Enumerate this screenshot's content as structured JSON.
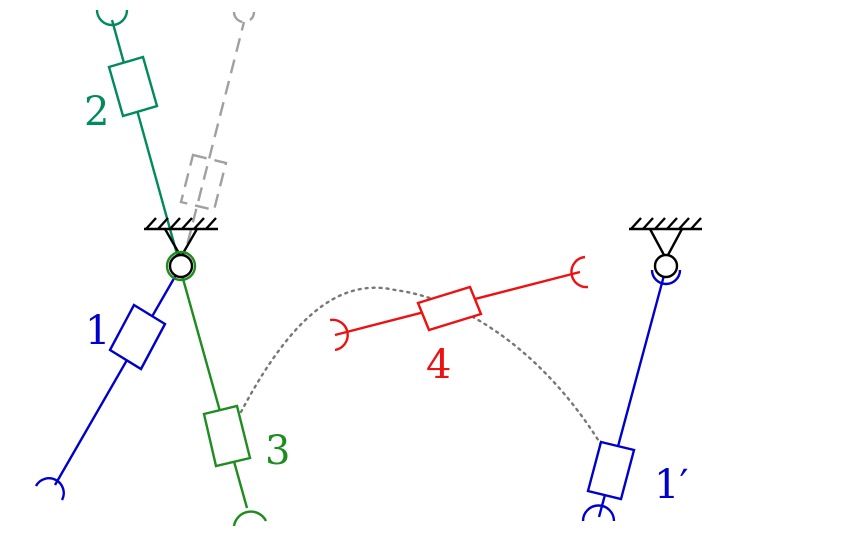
{
  "labels": {
    "link_1": "1",
    "link_2": "2",
    "link_3": "3",
    "link_4": "4",
    "link_1_prime": "1′"
  },
  "colors": {
    "blue": "#0000cc",
    "teal": "#008a5e",
    "green": "#1e8c1e",
    "red": "#ee1111",
    "gray": "#a0a0a0",
    "black": "#000000",
    "dotted": "#777777"
  }
}
